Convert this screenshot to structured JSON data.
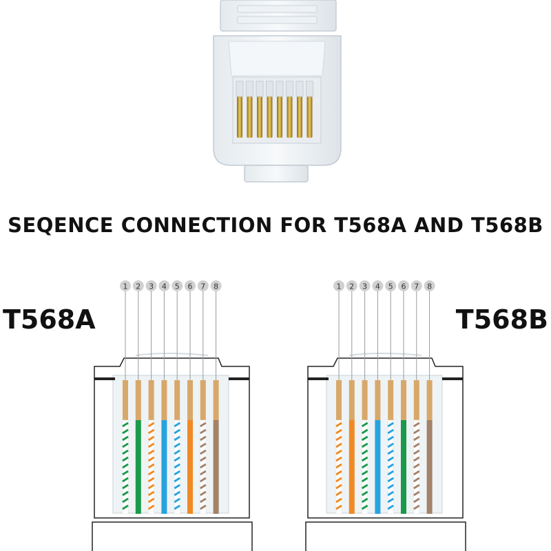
{
  "title": "SEQENCE CONNECTION FOR T568A AND T568B",
  "standards": [
    {
      "label": "T568A",
      "pins": [
        "1",
        "2",
        "3",
        "4",
        "5",
        "6",
        "7",
        "8"
      ],
      "wires": [
        "green-white",
        "green",
        "orange-white",
        "blue",
        "blue-white",
        "orange",
        "brown-white",
        "brown"
      ]
    },
    {
      "label": "T568B",
      "pins": [
        "1",
        "2",
        "3",
        "4",
        "5",
        "6",
        "7",
        "8"
      ],
      "wires": [
        "orange-white",
        "orange",
        "green-white",
        "blue",
        "blue-white",
        "green",
        "brown-white",
        "brown"
      ]
    }
  ],
  "colors": {
    "green": "#1a9a4a",
    "orange": "#f08a24",
    "blue": "#27a4e0",
    "brown": "#a5826a",
    "contact": "#d8a86a",
    "contact_gold": "#c9a23c",
    "pin_circle": "#d0d0d0",
    "text": "#111111"
  }
}
